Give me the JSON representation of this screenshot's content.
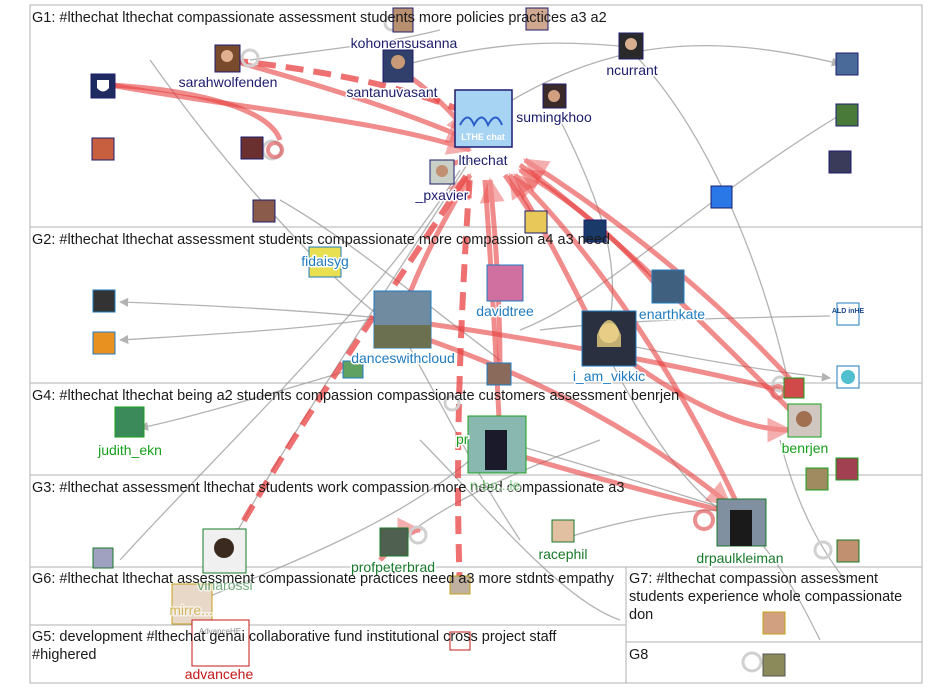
{
  "colors": {
    "g1": "#1c1c6e",
    "g2": "#1f7bbf",
    "g3": "#187a2a",
    "g4": "#17a01c",
    "g5": "#c41818",
    "g6": "#c4a018",
    "g7": "#888888",
    "edge_red": "#e84040",
    "edge_gray": "#9a9a9a"
  },
  "groups": [
    {
      "id": "g1",
      "title": "G1: #lthechat lthechat compassionate assessment students more policies practices a3 a2"
    },
    {
      "id": "g2",
      "title": "G2: #lthechat lthechat assessment students compassionate more compassion a4 a3 need"
    },
    {
      "id": "g4",
      "title": "G4: #lthechat lthechat being a2 students compassion compassionate customers assessment benrjen"
    },
    {
      "id": "g3",
      "title": "G3: #lthechat assessment lthechat students work compassion more need compassionate a3"
    },
    {
      "id": "g6",
      "title": "G6: #lthechat lthechat assessment compassionate practices need a3 more stdnts empathy"
    },
    {
      "id": "g7",
      "title": "G7: #lthechat compassion assessment students experience whole compassionate don"
    },
    {
      "id": "g5",
      "title": "G5: development #lthechat genai collaborative fund institutional cross project staff #highered"
    },
    {
      "id": "g8",
      "title": "G8"
    }
  ],
  "nodes": [
    {
      "id": "lthechat",
      "label": "lthechat",
      "group": "g1"
    },
    {
      "id": "kohonensusanna",
      "label": "kohonensusanna",
      "group": "g1"
    },
    {
      "id": "sarahwolfenden",
      "label": "sarahwolfenden",
      "group": "g1"
    },
    {
      "id": "santanuvasant",
      "label": "santanuvasant",
      "group": "g1"
    },
    {
      "id": "ncurrant",
      "label": "ncurrant",
      "group": "g1"
    },
    {
      "id": "sumingkhoo",
      "label": "sumingkhoo",
      "group": "g1"
    },
    {
      "id": "_pxavier",
      "label": "_pxavier",
      "group": "g1"
    },
    {
      "id": "fidaisyg",
      "label": "fidaisyg",
      "group": "g2"
    },
    {
      "id": "davidtree",
      "label": "davidtree",
      "group": "g2"
    },
    {
      "id": "enarthkate",
      "label": "enarthkate",
      "group": "g2"
    },
    {
      "id": "danceswithcloud",
      "label": "danceswithcloud",
      "group": "g2"
    },
    {
      "id": "i_am_vikkic",
      "label": "i_am_vikkic",
      "group": "g2"
    },
    {
      "id": "judith_ekn",
      "label": "judith_ekn",
      "group": "g4"
    },
    {
      "id": "benrjen",
      "label": "benrjen",
      "group": "g4"
    },
    {
      "id": "profpeterbrad",
      "label": "profpeterbrad",
      "group": "g3"
    },
    {
      "id": "racephil",
      "label": "racephil",
      "group": "g3"
    },
    {
      "id": "drpaulkleiman",
      "label": "drpaulkleiman",
      "group": "g3"
    },
    {
      "id": "advancehe",
      "label": "advancehe",
      "group": "g5"
    }
  ],
  "partial_labels": [
    "pr",
    "n-bo...le",
    "vinarossi",
    "mirre..."
  ],
  "avatar_text": {
    "lthechat": "LTHE chat",
    "advancehe": "AdvanceHE",
    "aldinhe": "ALD inHE"
  }
}
